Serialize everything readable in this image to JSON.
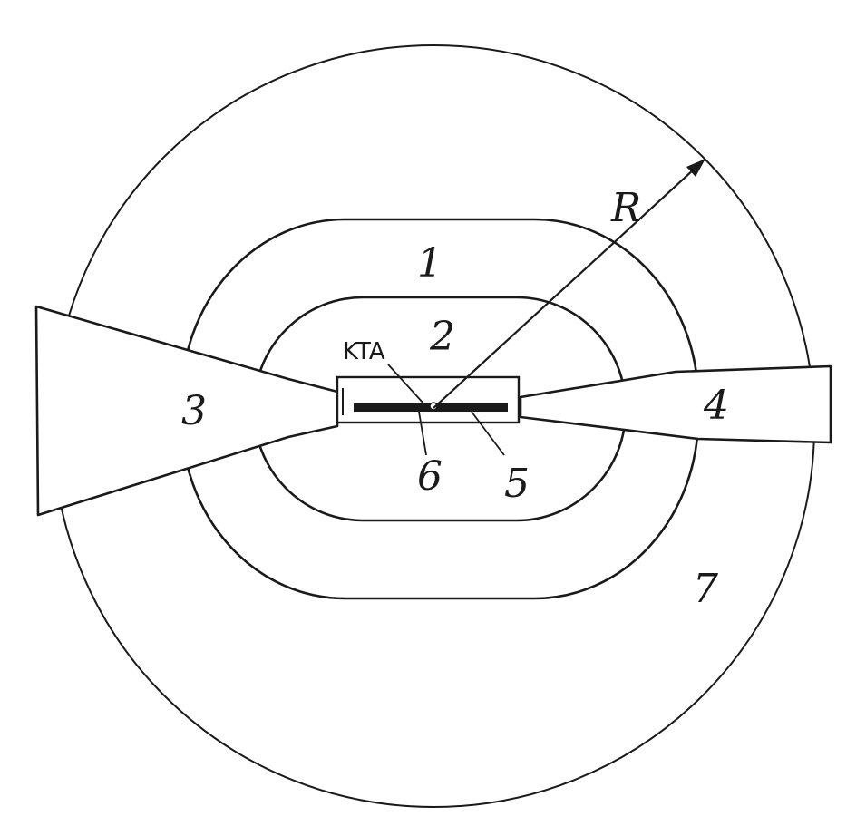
{
  "diagram": {
    "labels": {
      "region_1": "1",
      "region_2": "2",
      "horn_3": "3",
      "horn_4": "4",
      "part_5": "5",
      "part_6": "6",
      "region_7": "7",
      "radius": "R",
      "crystal": "KTA"
    }
  }
}
